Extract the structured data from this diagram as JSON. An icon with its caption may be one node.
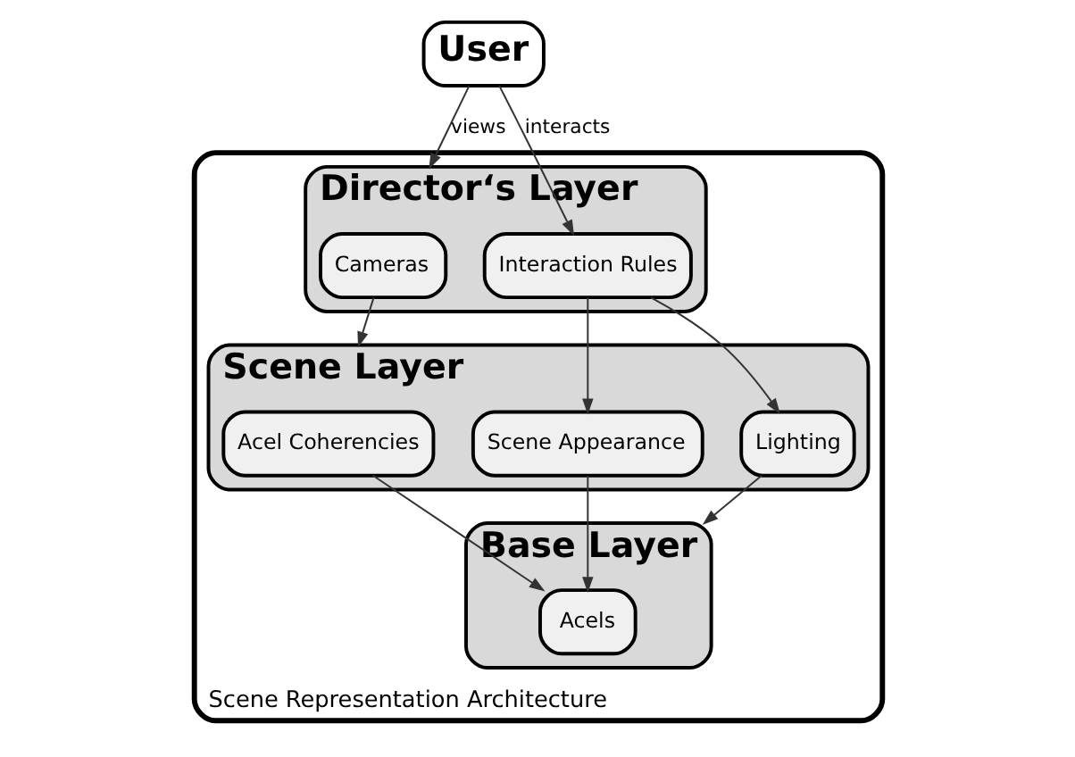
{
  "diagram": {
    "nodes": [
      {
        "text": [
          "User"
        ]
      },
      {
        "text": [
          "Scene Representation Architecture"
        ]
      },
      {
        "text": [
          "Director‘s Layer"
        ],
        "in": 1
      },
      {
        "text": [
          "Cameras"
        ],
        "in": 2
      },
      {
        "text": [
          "Interaction Rules"
        ],
        "in": 2
      },
      {
        "text": [
          "Scene Layer"
        ],
        "in": 1
      },
      {
        "text": [
          "Acel Coherencies"
        ],
        "in": 5
      },
      {
        "text": [
          "Scene Appearance"
        ],
        "in": 5
      },
      {
        "text": [
          "Lighting"
        ],
        "in": 5
      },
      {
        "text": [
          "Base Layer"
        ],
        "in": 1
      },
      {
        "text": [
          "Acels"
        ],
        "in": 9
      }
    ],
    "edges": [
      {
        "from": 0,
        "to": 2,
        "arrow": "to",
        "label": "views"
      },
      {
        "from": 0,
        "to": 4,
        "arrow": "to",
        "label": "interacts"
      },
      {
        "from": 3,
        "to": 5,
        "arrow": "to"
      },
      {
        "from": 4,
        "to": 7,
        "arrow": "to"
      },
      {
        "from": 4,
        "to": 8,
        "arrow": "to"
      },
      {
        "from": 6,
        "to": 10,
        "arrow": "to"
      },
      {
        "from": 7,
        "to": 10,
        "arrow": "to"
      },
      {
        "from": 8,
        "to": 9,
        "arrow": "to"
      }
    ]
  }
}
